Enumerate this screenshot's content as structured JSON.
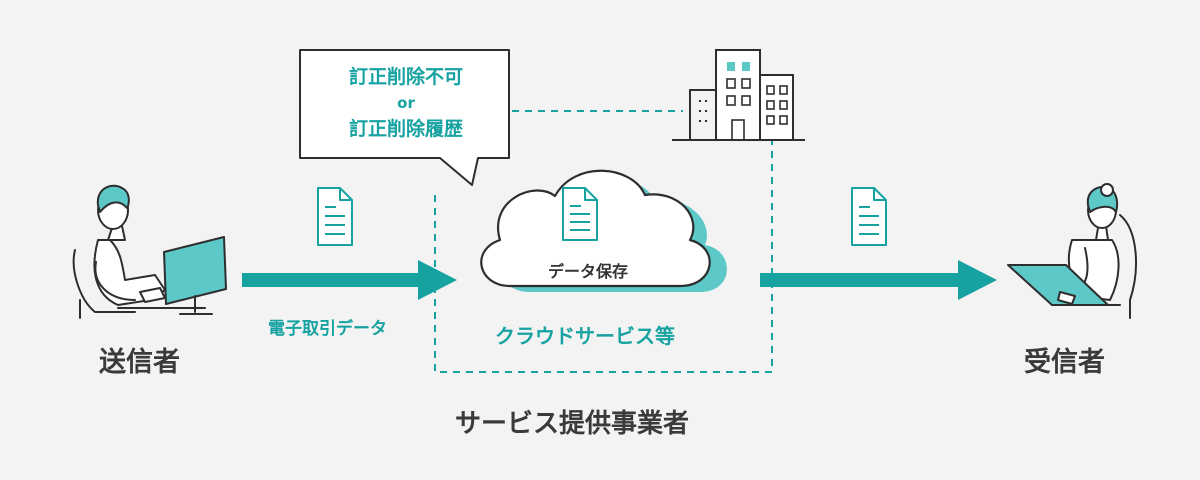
{
  "labels": {
    "sender": "送信者",
    "receiver": "受信者",
    "data_flow": "電子取引データ",
    "cloud_storage": "データ保存",
    "cloud_service": "クラウドサービス等",
    "provider": "サービス提供事業者"
  },
  "note": {
    "line1": "訂正削除不可",
    "line2": "or",
    "line3": "訂正削除履歴"
  },
  "colors": {
    "accent": "#17a2a2",
    "accent_light": "#5cc8c8",
    "outline": "#2e2e2e",
    "background": "#f3f3f3"
  },
  "icons": [
    "person-at-desktop-icon",
    "person-with-laptop-icon",
    "document-icon",
    "cloud-icon",
    "office-building-icon"
  ]
}
